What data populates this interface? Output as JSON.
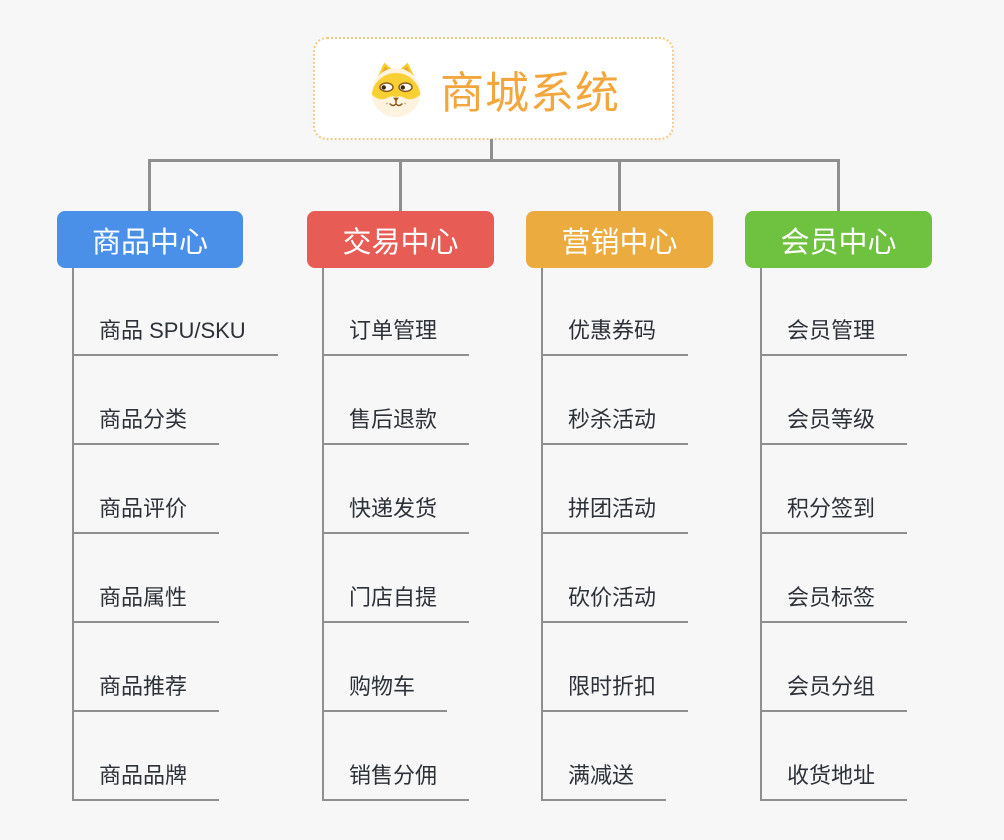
{
  "root": {
    "title": "商城系统",
    "icon": "doge-icon",
    "accent_color": "#f2a63c",
    "border_color": "#f5c97e"
  },
  "colors": {
    "background": "#f7f7f7",
    "connector": "#8f8f8f",
    "leaf_text": "#2d3138"
  },
  "branches": [
    {
      "label": "商品中心",
      "color": "#4a90e8",
      "items": [
        "商品 SPU/SKU",
        "商品分类",
        "商品评价",
        "商品属性",
        "商品推荐",
        "商品品牌"
      ]
    },
    {
      "label": "交易中心",
      "color": "#e85c56",
      "items": [
        "订单管理",
        "售后退款",
        "快递发货",
        "门店自提",
        "购物车",
        "销售分佣"
      ]
    },
    {
      "label": "营销中心",
      "color": "#ebab3e",
      "items": [
        "优惠券码",
        "秒杀活动",
        "拼团活动",
        "砍价活动",
        "限时折扣",
        "满减送"
      ]
    },
    {
      "label": "会员中心",
      "color": "#6fc140",
      "items": [
        "会员管理",
        "会员等级",
        "积分签到",
        "会员标签",
        "会员分组",
        "收货地址"
      ]
    }
  ]
}
